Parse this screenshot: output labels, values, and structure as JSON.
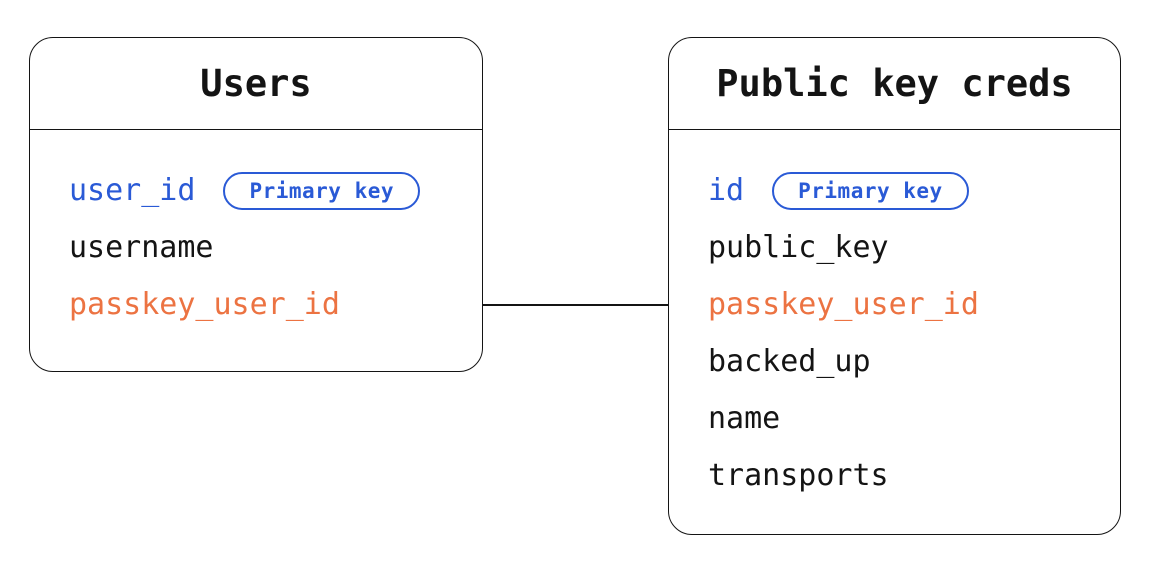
{
  "diagram": {
    "type": "er-schema",
    "colors": {
      "primary_key_blue": "#2a5ad6",
      "foreign_key_orange": "#ec7342",
      "line_ink": "#141414",
      "background": "#ffffff"
    },
    "tables": [
      {
        "title": "Users",
        "fields": [
          {
            "name": "user_id",
            "role": "primary-key",
            "badge": "Primary key"
          },
          {
            "name": "username",
            "role": "normal"
          },
          {
            "name": "passkey_user_id",
            "role": "foreign-key"
          }
        ]
      },
      {
        "title": "Public key creds",
        "fields": [
          {
            "name": "id",
            "role": "primary-key",
            "badge": "Primary key"
          },
          {
            "name": "public_key",
            "role": "normal"
          },
          {
            "name": "passkey_user_id",
            "role": "foreign-key"
          },
          {
            "name": "backed_up",
            "role": "normal"
          },
          {
            "name": "name",
            "role": "normal"
          },
          {
            "name": "transports",
            "role": "normal"
          }
        ]
      }
    ],
    "relationship": {
      "from": "Users.passkey_user_id",
      "to": "Public key creds.passkey_user_id"
    }
  }
}
